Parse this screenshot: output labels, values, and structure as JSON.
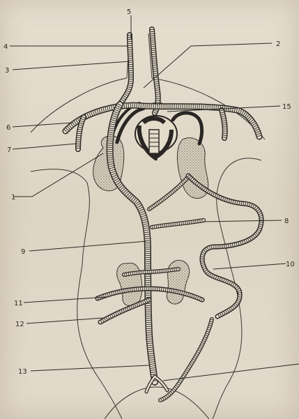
{
  "labels": {
    "l1": "1",
    "l2": "2",
    "l3": "3",
    "l4": "4",
    "l5": "5",
    "l6": "6",
    "l7": "7",
    "l8": "8",
    "l9": "9",
    "l10": "10",
    "l11": "11",
    "l12": "12",
    "l13": "13",
    "l15": "15"
  }
}
